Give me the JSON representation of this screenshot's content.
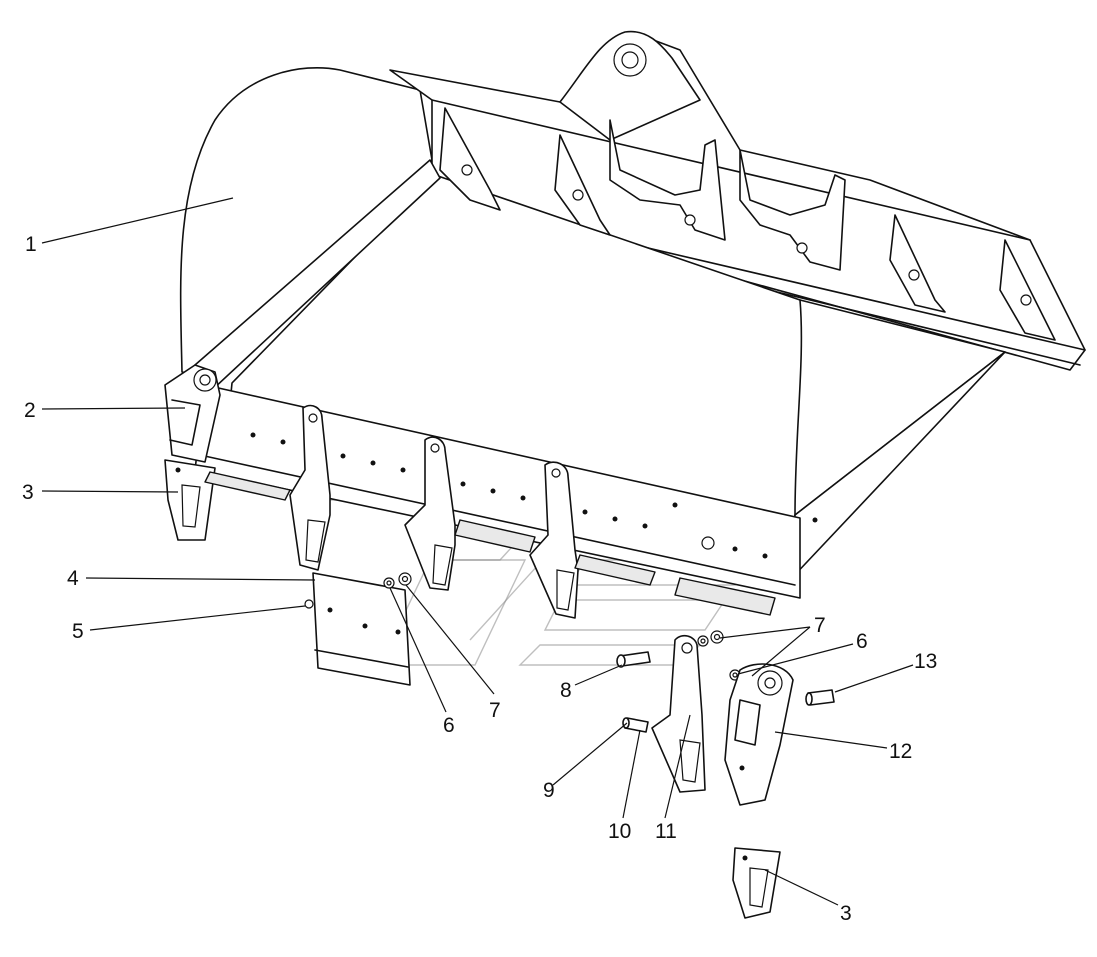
{
  "title": "",
  "callouts": [
    {
      "id": "c1",
      "label": "1"
    },
    {
      "id": "c2",
      "label": "2"
    },
    {
      "id": "c3a",
      "label": "3"
    },
    {
      "id": "c4",
      "label": "4"
    },
    {
      "id": "c5",
      "label": "5"
    },
    {
      "id": "c6a",
      "label": "6"
    },
    {
      "id": "c7a",
      "label": "7"
    },
    {
      "id": "c7b",
      "label": "7"
    },
    {
      "id": "c6b",
      "label": "6"
    },
    {
      "id": "c13",
      "label": "13"
    },
    {
      "id": "c8",
      "label": "8"
    },
    {
      "id": "c12",
      "label": "12"
    },
    {
      "id": "c9",
      "label": "9"
    },
    {
      "id": "c10",
      "label": "10"
    },
    {
      "id": "c11",
      "label": "11"
    },
    {
      "id": "c3b",
      "label": "3"
    }
  ]
}
